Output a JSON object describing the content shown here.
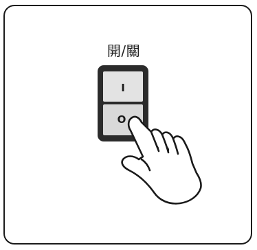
{
  "switch": {
    "caption": "開/關",
    "on_symbol": "I",
    "off_symbol": "O"
  },
  "icons": {
    "hand": "pointing-hand-icon"
  },
  "colors": {
    "outline": "#1a1a1a",
    "switch_body": "#2b2b2b",
    "rocker_face": "#e3e3e3",
    "rocker_face_dark": "#cfcfcf",
    "hand_fill": "#ffffff"
  }
}
